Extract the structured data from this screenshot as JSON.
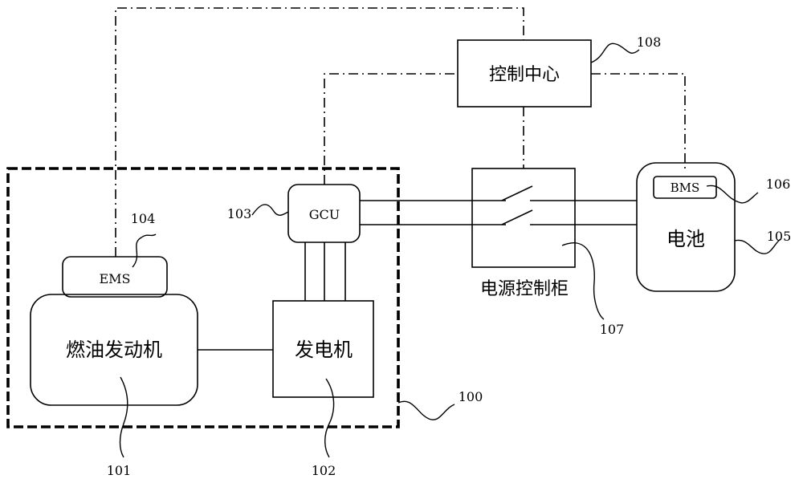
{
  "components": {
    "engine": "燃油发动机",
    "generator": "发电机",
    "ems": "EMS",
    "gcu": "GCU",
    "control_center": "控制中心",
    "power_cabinet": "电源控制柜",
    "battery": "电池",
    "bms": "BMS"
  },
  "refs": {
    "r100": "100",
    "r101": "101",
    "r102": "102",
    "r103": "103",
    "r104": "104",
    "r105": "105",
    "r106": "106",
    "r107": "107",
    "r108": "108"
  }
}
